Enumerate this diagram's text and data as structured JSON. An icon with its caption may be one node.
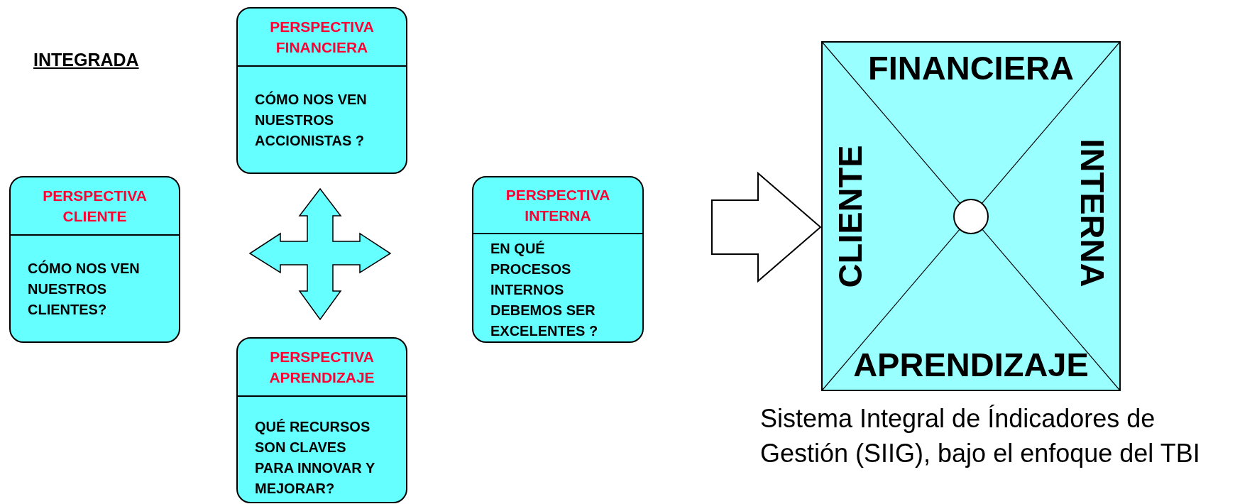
{
  "diagram": {
    "title": "INTEGRADA",
    "caption": "Sistema Integral de Índicadores de Gestión (SIIG), bajo el enfoque del TBI",
    "nodes": [
      {
        "text": [
          "PERSPECTIVA FINANCIERA",
          "CÓMO NOS VEN NUESTROS ACCIONISTAS ?"
        ]
      },
      {
        "text": [
          "PERSPECTIVA CLIENTE",
          "CÓMO NOS VEN NUESTROS CLIENTES?"
        ]
      },
      {
        "text": [
          "PERSPECTIVA INTERNA",
          "EN QUÉ PROCESOS INTERNOS DEBEMOS SER EXCELENTES ?"
        ]
      },
      {
        "text": [
          "PERSPECTIVA APRENDIZAJE",
          "QUÉ RECURSOS SON CLAVES PARA INNOVAR Y MEJORAR?"
        ]
      },
      {
        "text": [
          "FINANCIERA",
          "CLIENTE",
          "INTERNA",
          "APRENDIZAJE"
        ]
      },
      {
        "text": [],
        "shape": "circle",
        "in": 4
      }
    ],
    "edges": [
      {
        "from": null,
        "to": 4,
        "arrow": "to"
      }
    ]
  }
}
